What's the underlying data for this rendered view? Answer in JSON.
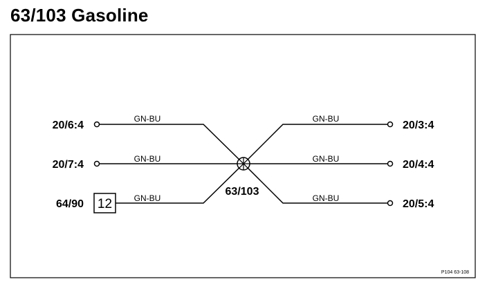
{
  "title": "63/103 Gasoline",
  "splice_label": "63/103",
  "left_terminals": [
    {
      "label": "20/6:4",
      "wire": "GN-BU",
      "end": "circle"
    },
    {
      "label": "20/7:4",
      "wire": "GN-BU",
      "end": "circle"
    },
    {
      "label": "64/90",
      "wire": "GN-BU",
      "end": "box",
      "box_label": "12"
    }
  ],
  "right_terminals": [
    {
      "label": "20/3:4",
      "wire": "GN-BU"
    },
    {
      "label": "20/4:4",
      "wire": "GN-BU"
    },
    {
      "label": "20/5:4",
      "wire": "GN-BU"
    }
  ],
  "footer_code": "P104 63-108"
}
